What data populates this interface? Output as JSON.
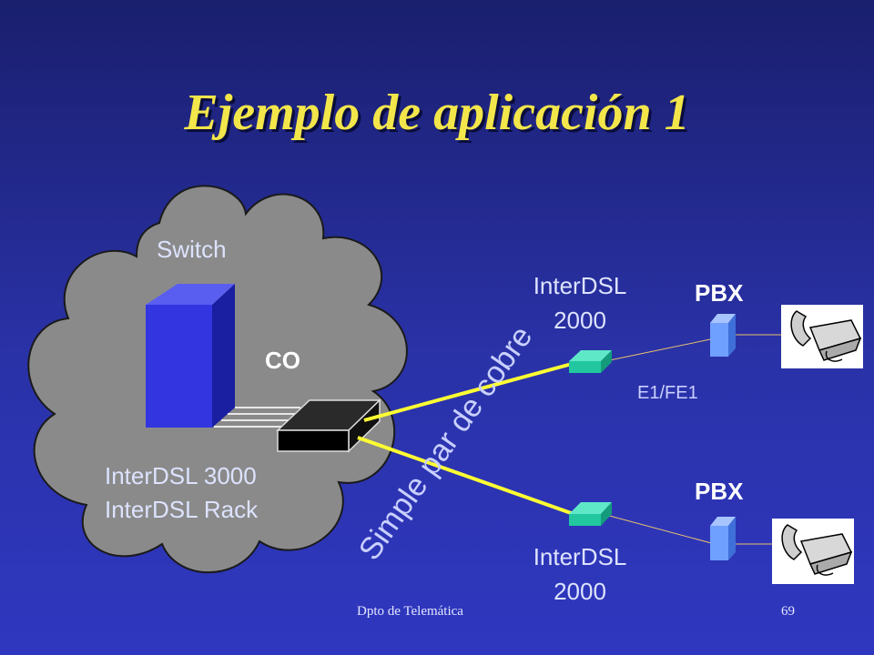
{
  "slide": {
    "title": "Ejemplo de aplicación 1",
    "footer_left": "Dpto de Telemática",
    "page_number": "69"
  },
  "cloud": {
    "switch_label": "Switch",
    "co_label": "CO",
    "rack_line1": "InterDSL 3000",
    "rack_line2": "InterDSL Rack"
  },
  "links": {
    "copper_label": "Simple par de cobre",
    "e1_label": "E1/FE1"
  },
  "remote_top": {
    "modem_line1": "InterDSL",
    "modem_line2": "2000",
    "pbx_label": "PBX"
  },
  "remote_bottom": {
    "modem_line1": "InterDSL",
    "modem_line2": "2000",
    "pbx_label": "PBX"
  },
  "colors": {
    "background": "#2a32a8",
    "title": "#f3e64a",
    "cloud": "#8a8a8a",
    "copper_line": "#ffff33",
    "modem": "#22c7a0",
    "pbx": "#6fa0ff"
  }
}
